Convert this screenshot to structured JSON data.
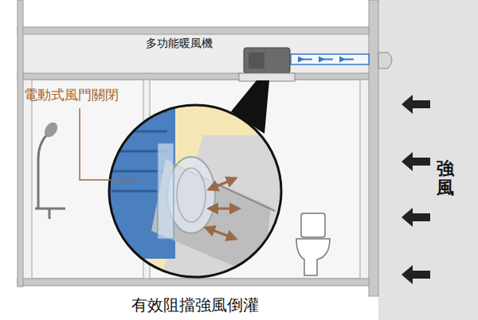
{
  "diagram": {
    "caption": "有效阻擋強風倒灌",
    "labels": [
      "多功能暖風機",
      "電動式風門關閉",
      "強風"
    ]
  }
}
